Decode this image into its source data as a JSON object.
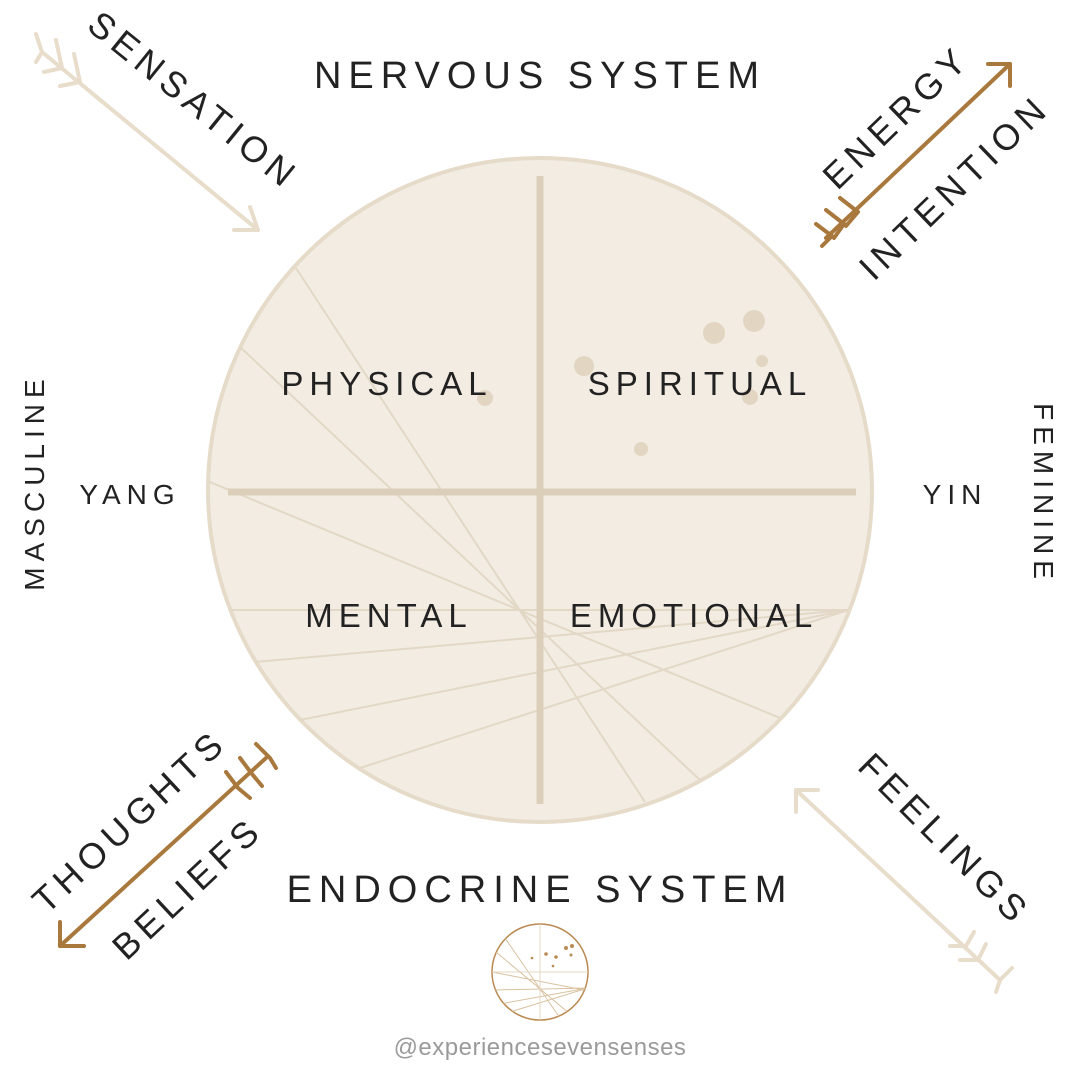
{
  "colors": {
    "circle_fill": "#f2ece3",
    "circle_stroke": "#e6dbc9",
    "line_light": "#e3d8c6",
    "cross": "#dccfb9",
    "arrow_light": "#e8dccb",
    "arrow_gold": "#a8783c",
    "text": "#222222"
  },
  "headings": {
    "top": "NERVOUS SYSTEM",
    "bottom": "ENDOCRINE SYSTEM"
  },
  "quadrants": {
    "top_left": "PHYSICAL",
    "top_right": "SPIRITUAL",
    "bottom_left": "MENTAL",
    "bottom_right": "EMOTIONAL"
  },
  "sides": {
    "left_outer": "MASCULINE",
    "left_inner": "YANG",
    "right_inner": "YIN",
    "right_outer": "FEMININE"
  },
  "arrows": {
    "top_left": {
      "label": "SENSATION"
    },
    "top_right": {
      "label_1": "ENERGY",
      "label_2": "INTENTION"
    },
    "bottom_left": {
      "label_1": "THOUGHTS",
      "label_2": "BELIEFS"
    },
    "bottom_right": {
      "label": "FEELINGS"
    }
  },
  "footer": {
    "handle": "@experiencesevensenses",
    "logo": "circle-logo-icon"
  }
}
